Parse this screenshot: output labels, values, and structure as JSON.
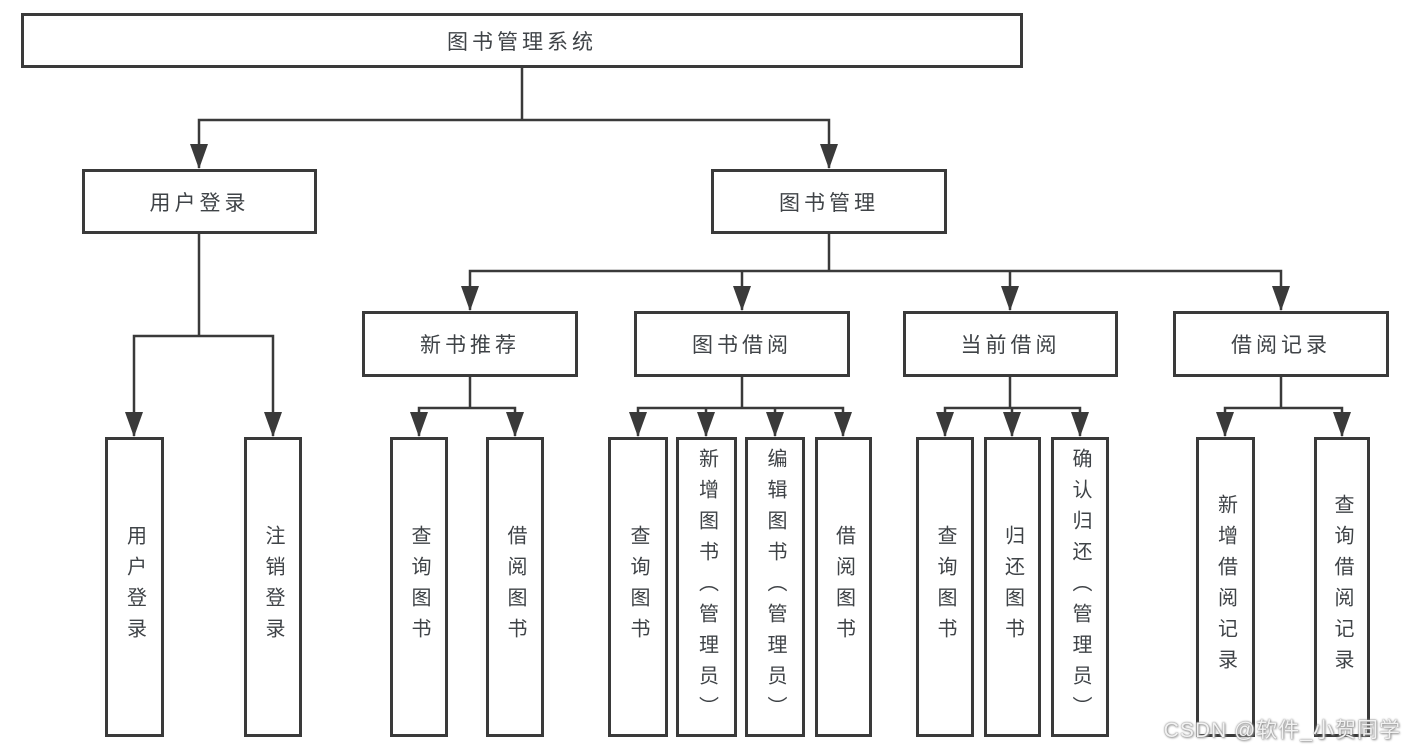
{
  "tree": {
    "label": "图书管理系统",
    "children": [
      {
        "label": "用户登录",
        "children": [
          {
            "label": "用户登录"
          },
          {
            "label": "注销登录"
          }
        ]
      },
      {
        "label": "图书管理",
        "children": [
          {
            "label": "新书推荐",
            "children": [
              {
                "label": "查询图书"
              },
              {
                "label": "借阅图书"
              }
            ]
          },
          {
            "label": "图书借阅",
            "children": [
              {
                "label": "查询图书"
              },
              {
                "label": "新增图书（管理员）"
              },
              {
                "label": "编辑图书（管理员）"
              },
              {
                "label": "借阅图书"
              }
            ]
          },
          {
            "label": "当前借阅",
            "children": [
              {
                "label": "查询图书"
              },
              {
                "label": "归还图书"
              },
              {
                "label": "确认归还（管理员）"
              }
            ]
          },
          {
            "label": "借阅记录",
            "children": [
              {
                "label": "新增借阅记录"
              },
              {
                "label": "查询借阅记录"
              }
            ]
          }
        ]
      }
    ]
  },
  "watermark": {
    "text": "CSDN @软件_小贺同学"
  },
  "colors": {
    "line": "#3a3a3a",
    "box_border": "#3a3a3a",
    "text": "#3f4347",
    "watermark": "#f2f2f2",
    "background": "#ffffff"
  }
}
